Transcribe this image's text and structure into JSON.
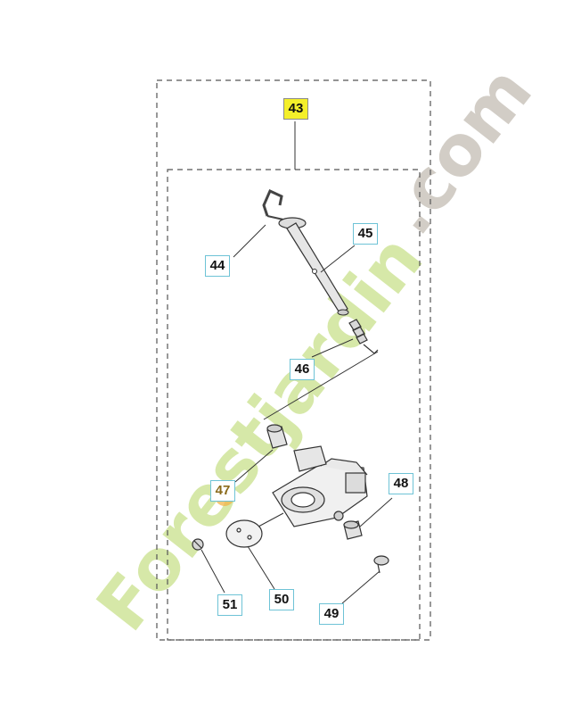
{
  "diagram": {
    "callouts": [
      {
        "id": "43",
        "label": "43",
        "highlight": true
      },
      {
        "id": "44",
        "label": "44"
      },
      {
        "id": "45",
        "label": "45"
      },
      {
        "id": "46",
        "label": "46"
      },
      {
        "id": "47",
        "label": "47"
      },
      {
        "id": "48",
        "label": "48"
      },
      {
        "id": "49",
        "label": "49"
      },
      {
        "id": "50",
        "label": "50"
      },
      {
        "id": "51",
        "label": "51"
      }
    ]
  },
  "watermark": {
    "green_text": "Forestjardin",
    "grey_text": ".com",
    "green_color": "#d6e8a8",
    "grey_color": "#d2cdc6",
    "orange_color": "#f2b44a"
  },
  "colors": {
    "callout_border": "#6ec3d6",
    "highlight_fill": "#f4ef2a",
    "line": "#333333"
  }
}
